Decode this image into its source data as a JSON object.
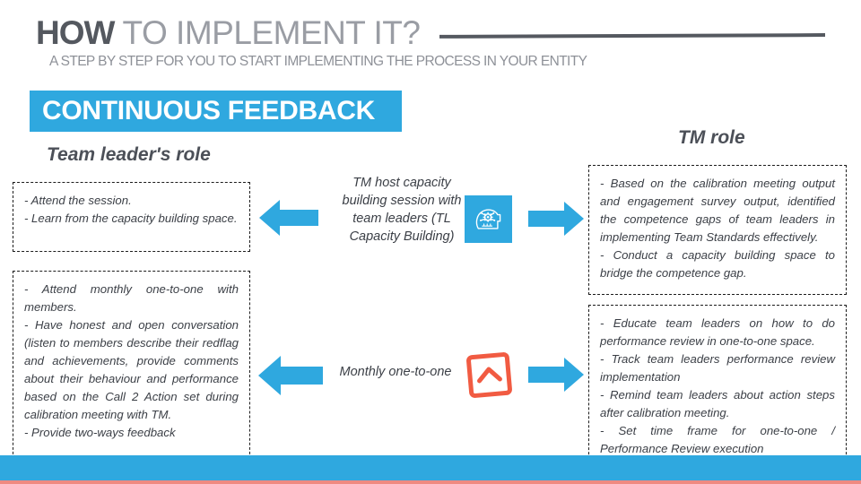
{
  "header": {
    "title_strong": "HOW",
    "title_rest": " TO IMPLEMENT IT?",
    "subtitle": "A STEP BY STEP FOR YOU TO START IMPLEMENTING THE PROCESS IN YOUR ENTITY"
  },
  "banner": {
    "label": "CONTINUOUS FEEDBACK"
  },
  "columns": {
    "left_heading": "Team leader's role",
    "right_heading": "TM role"
  },
  "rows": [
    {
      "left_box": "- Attend the session.\n- Learn from the capacity building space.",
      "caption": "TM host capacity building session with team leaders (TL Capacity Building)",
      "icon": "head-gear-icon",
      "right_box": "- Based on the calibration meeting output and engagement survey output, identified the competence gaps of team leaders in implementing Team Standards effectively.\n- Conduct a capacity building space to bridge the competence gap."
    },
    {
      "left_box": "- Attend monthly one-to-one with members.\n- Have honest and open conversation (listen to members describe their redflag and achievements, provide comments about their behaviour and performance based on the Call 2 Action set during calibration meeting with TM.\n- Provide two-ways feedback",
      "caption": "Monthly one-to-one",
      "icon": "chevron-up-square-icon",
      "right_box": "- Educate team leaders on how to do performance review in one-to-one space.\n- Track team leaders performance review implementation\n- Remind team leaders about action steps after calibration meeting.\n- Set time frame for one-to-one / Performance Review  execution"
    }
  ],
  "colors": {
    "accent_blue": "#2FA8DF",
    "accent_orange": "#F15B42",
    "title_dark": "#54585f",
    "title_light": "#9a9da4",
    "bottom_strip": "#ef8a81"
  }
}
